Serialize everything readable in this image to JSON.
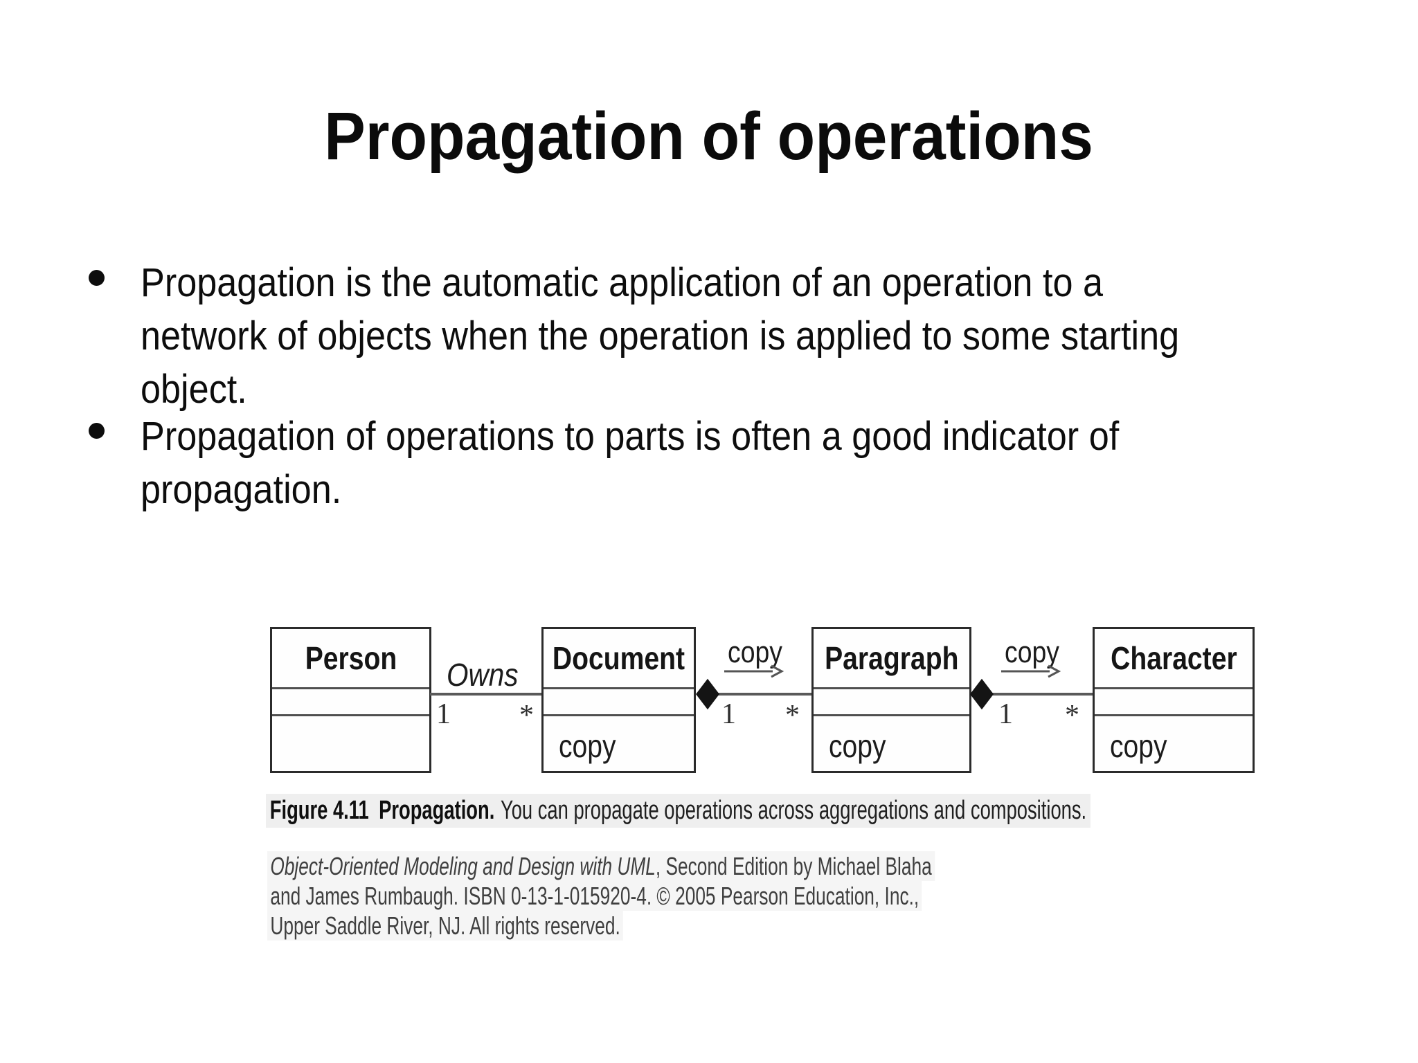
{
  "slide": {
    "title": "Propagation of operations",
    "bullets": [
      {
        "lines": [
          "Propagation is the automatic application of an operation to a",
          "network of objects when the operation is applied to some starting",
          "object."
        ]
      },
      {
        "lines": [
          "Propagation of operations to parts is often a good indicator of",
          "propagation."
        ]
      }
    ]
  },
  "figure": {
    "classes": [
      {
        "name": "Person",
        "operation": ""
      },
      {
        "name": "Document",
        "operation": "copy"
      },
      {
        "name": "Paragraph",
        "operation": "copy"
      },
      {
        "name": "Character",
        "operation": "copy"
      }
    ],
    "association_label": "Owns",
    "propagated_operation_label": "copy",
    "multiplicity_one": "1",
    "multiplicity_many": "*",
    "caption": {
      "label": "Figure 4.11",
      "title": "Propagation.",
      "text": "You can propagate operations across aggregations and compositions."
    },
    "citation": {
      "book_title": "Object-Oriented Modeling and Design with UML",
      "line1_rest": ", Second Edition by Michael Blaha",
      "line2": "and James Rumbaugh. ISBN 0-13-1-015920-4. © 2005 Pearson Education, Inc.,",
      "line3": "Upper Saddle River, NJ. All rights reserved."
    }
  },
  "colors": {
    "background": "#ffffff",
    "text": "#111111",
    "box_border": "#2b2b2b",
    "divider": "#4f4f4f",
    "association_line": "#5a5a5a",
    "diamond": "#141414",
    "citation_text": "#3f3f3f"
  }
}
